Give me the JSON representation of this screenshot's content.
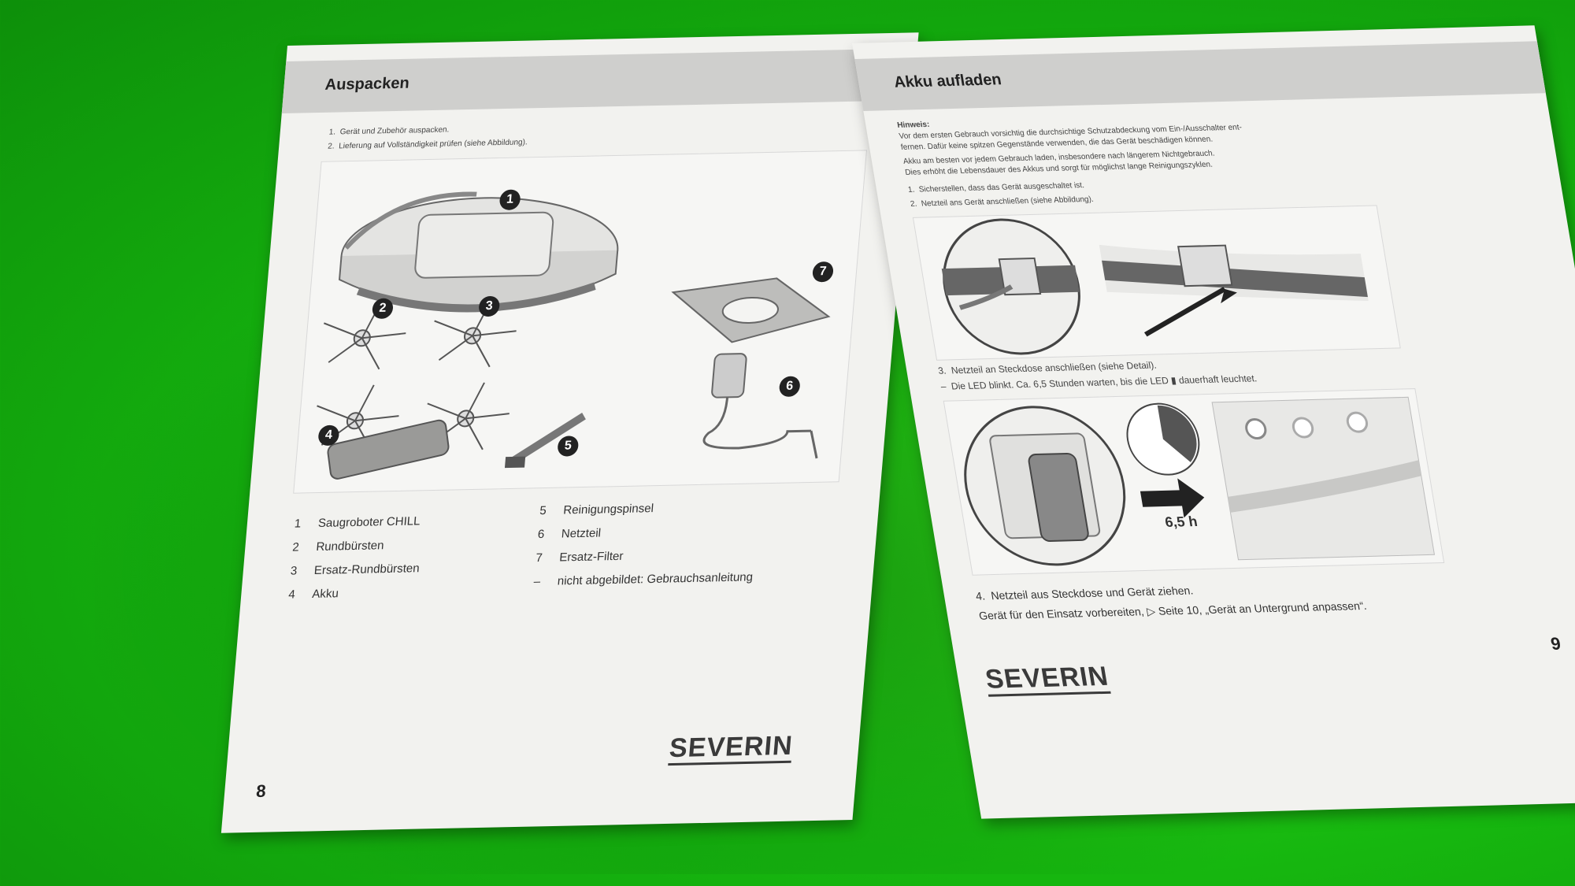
{
  "left_page": {
    "title": "Auspacken",
    "steps": [
      "Gerät und Zubehör auspacken.",
      "Lieferung auf Vollständigkeit prüfen (siehe Abbildung)."
    ],
    "badges": [
      "1",
      "2",
      "3",
      "4",
      "5",
      "6",
      "7"
    ],
    "legend_left": [
      {
        "num": "1",
        "label": "Saugroboter CHILL"
      },
      {
        "num": "2",
        "label": "Rundbürsten"
      },
      {
        "num": "3",
        "label": "Ersatz-Rundbürsten"
      },
      {
        "num": "4",
        "label": "Akku"
      }
    ],
    "legend_right": [
      {
        "num": "5",
        "label": "Reinigungspinsel"
      },
      {
        "num": "6",
        "label": "Netzteil"
      },
      {
        "num": "7",
        "label": "Ersatz-Filter"
      },
      {
        "num": "–",
        "label": "nicht abgebildet: Gebrauchsanleitung"
      }
    ],
    "brand": "SEVERIN",
    "page_number": "8"
  },
  "right_page": {
    "title": "Akku aufladen",
    "note_heading": "Hinweis:",
    "note_lines": [
      "Vor dem ersten Gebrauch vorsichtig die durchsichtige Schutzabdeckung vom Ein-/Ausschalter ent-",
      "fernen. Dafür keine spitzen Gegenstände verwenden, die das Gerät beschädigen können.",
      "Akku am besten vor jedem Gebrauch laden, insbesondere nach längerem Nichtgebrauch.",
      "Dies erhöht die Lebensdauer des Akkus und sorgt für möglichst lange Reinigungszyklen."
    ],
    "step1": "Sicherstellen, dass das Gerät ausgeschaltet ist.",
    "step2": "Netzteil ans Gerät anschließen (siehe Abbildung).",
    "step3": "Netzteil an Steckdose anschließen (siehe Detail).",
    "step3_sub": "Die LED blinkt. Ca. 6,5 Stunden warten, bis die LED",
    "step3_sub_end": "dauerhaft leuchtet.",
    "charge_time": "6,5 h",
    "step4": "Netzteil aus Steckdose und Gerät ziehen.",
    "step4_sub": "Gerät für den Einsatz vorbereiten, ▷ Seite 10, „Gerät an Untergrund anpassen“.",
    "brand": "SEVERIN",
    "page_number": "9"
  },
  "colors": {
    "background": "#16b70f",
    "paper": "#f2f2ef",
    "header_band": "#cfcfcd"
  }
}
